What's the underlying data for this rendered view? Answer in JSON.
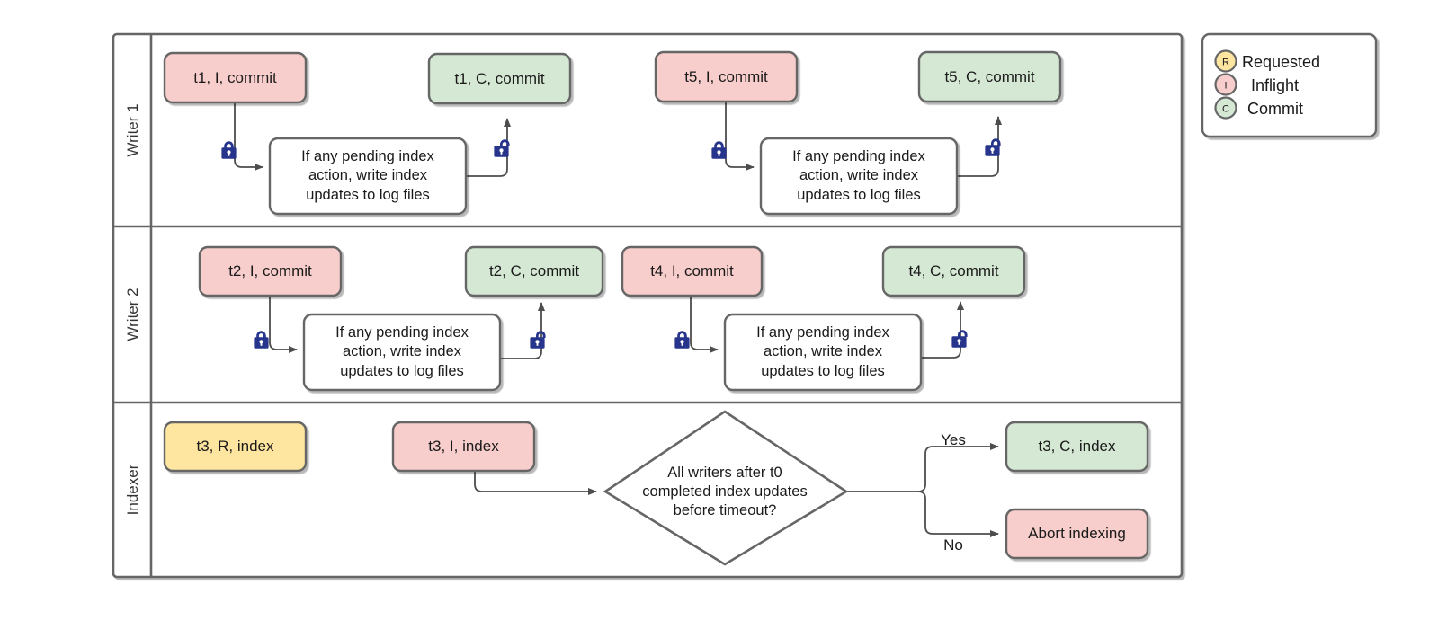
{
  "diagram": {
    "title": "Writer / Indexer concurrency swimlane flowchart",
    "colors": {
      "inflight_fill": "#f8cecc",
      "inflight_stroke": "#666666",
      "commit_fill": "#d5e8d4",
      "commit_stroke": "#666666",
      "requested_fill": "#ffe6a0",
      "requested_stroke": "#666666",
      "plain_fill": "#ffffff",
      "plain_stroke": "#666666",
      "lane_stroke": "#666666",
      "edge_stroke": "#4d4d4d",
      "lock_fill": "#27348b",
      "text": "#1a1a1a"
    }
  },
  "lanes": [
    {
      "id": "writer1",
      "label": "Writer 1"
    },
    {
      "id": "writer2",
      "label": "Writer 2"
    },
    {
      "id": "indexer",
      "label": "Indexer"
    }
  ],
  "nodes": {
    "w1_t1_inflight": {
      "label": "t1, I, commit",
      "state": "inflight"
    },
    "w1_t1_commit": {
      "label": "t1, C, commit",
      "state": "commit"
    },
    "w1_t5_inflight": {
      "label": "t5, I, commit",
      "state": "inflight"
    },
    "w1_t5_commit": {
      "label": "t5, C, commit",
      "state": "commit"
    },
    "w1_proc_left": {
      "label": "If any pending index\naction, write index\nupdates to log files",
      "state": "plain"
    },
    "w1_proc_right": {
      "label": "If any pending index\naction, write index\nupdates to log files",
      "state": "plain"
    },
    "w2_t2_inflight": {
      "label": "t2, I, commit",
      "state": "inflight"
    },
    "w2_t2_commit": {
      "label": "t2, C, commit",
      "state": "commit"
    },
    "w2_t4_inflight": {
      "label": "t4, I, commit",
      "state": "inflight"
    },
    "w2_t4_commit": {
      "label": "t4, C, commit",
      "state": "commit"
    },
    "w2_proc_left": {
      "label": "If any pending index\naction, write index\nupdates to log files",
      "state": "plain"
    },
    "w2_proc_right": {
      "label": "If any pending index\naction, write index\nupdates to log files",
      "state": "plain"
    },
    "ix_t3_requested": {
      "label": "t3, R, index",
      "state": "requested"
    },
    "ix_t3_inflight": {
      "label": "t3, I, index",
      "state": "inflight"
    },
    "ix_decision": {
      "label": "All writers after t0\ncompleted index updates\nbefore timeout?",
      "state": "decision"
    },
    "ix_t3_commit": {
      "label": "t3, C, index",
      "state": "commit"
    },
    "ix_abort": {
      "label": "Abort indexing",
      "state": "inflight"
    }
  },
  "edge_labels": {
    "yes": "Yes",
    "no": "No"
  },
  "locks": [
    {
      "id": "w1-lock-closed-left",
      "type": "closed"
    },
    {
      "id": "w1-lock-open-left",
      "type": "open"
    },
    {
      "id": "w1-lock-closed-right",
      "type": "closed"
    },
    {
      "id": "w1-lock-open-right",
      "type": "open"
    },
    {
      "id": "w2-lock-closed-left",
      "type": "closed"
    },
    {
      "id": "w2-lock-open-left",
      "type": "open"
    },
    {
      "id": "w2-lock-closed-right",
      "type": "closed"
    },
    {
      "id": "w2-lock-open-right",
      "type": "open"
    }
  ],
  "legend": {
    "items": [
      {
        "badge": "R",
        "label": "Requested",
        "color": "#ffe6a0"
      },
      {
        "badge": "I",
        "label": "Inflight",
        "color": "#f8cecc"
      },
      {
        "badge": "C",
        "label": "Commit",
        "color": "#d5e8d4"
      }
    ]
  }
}
